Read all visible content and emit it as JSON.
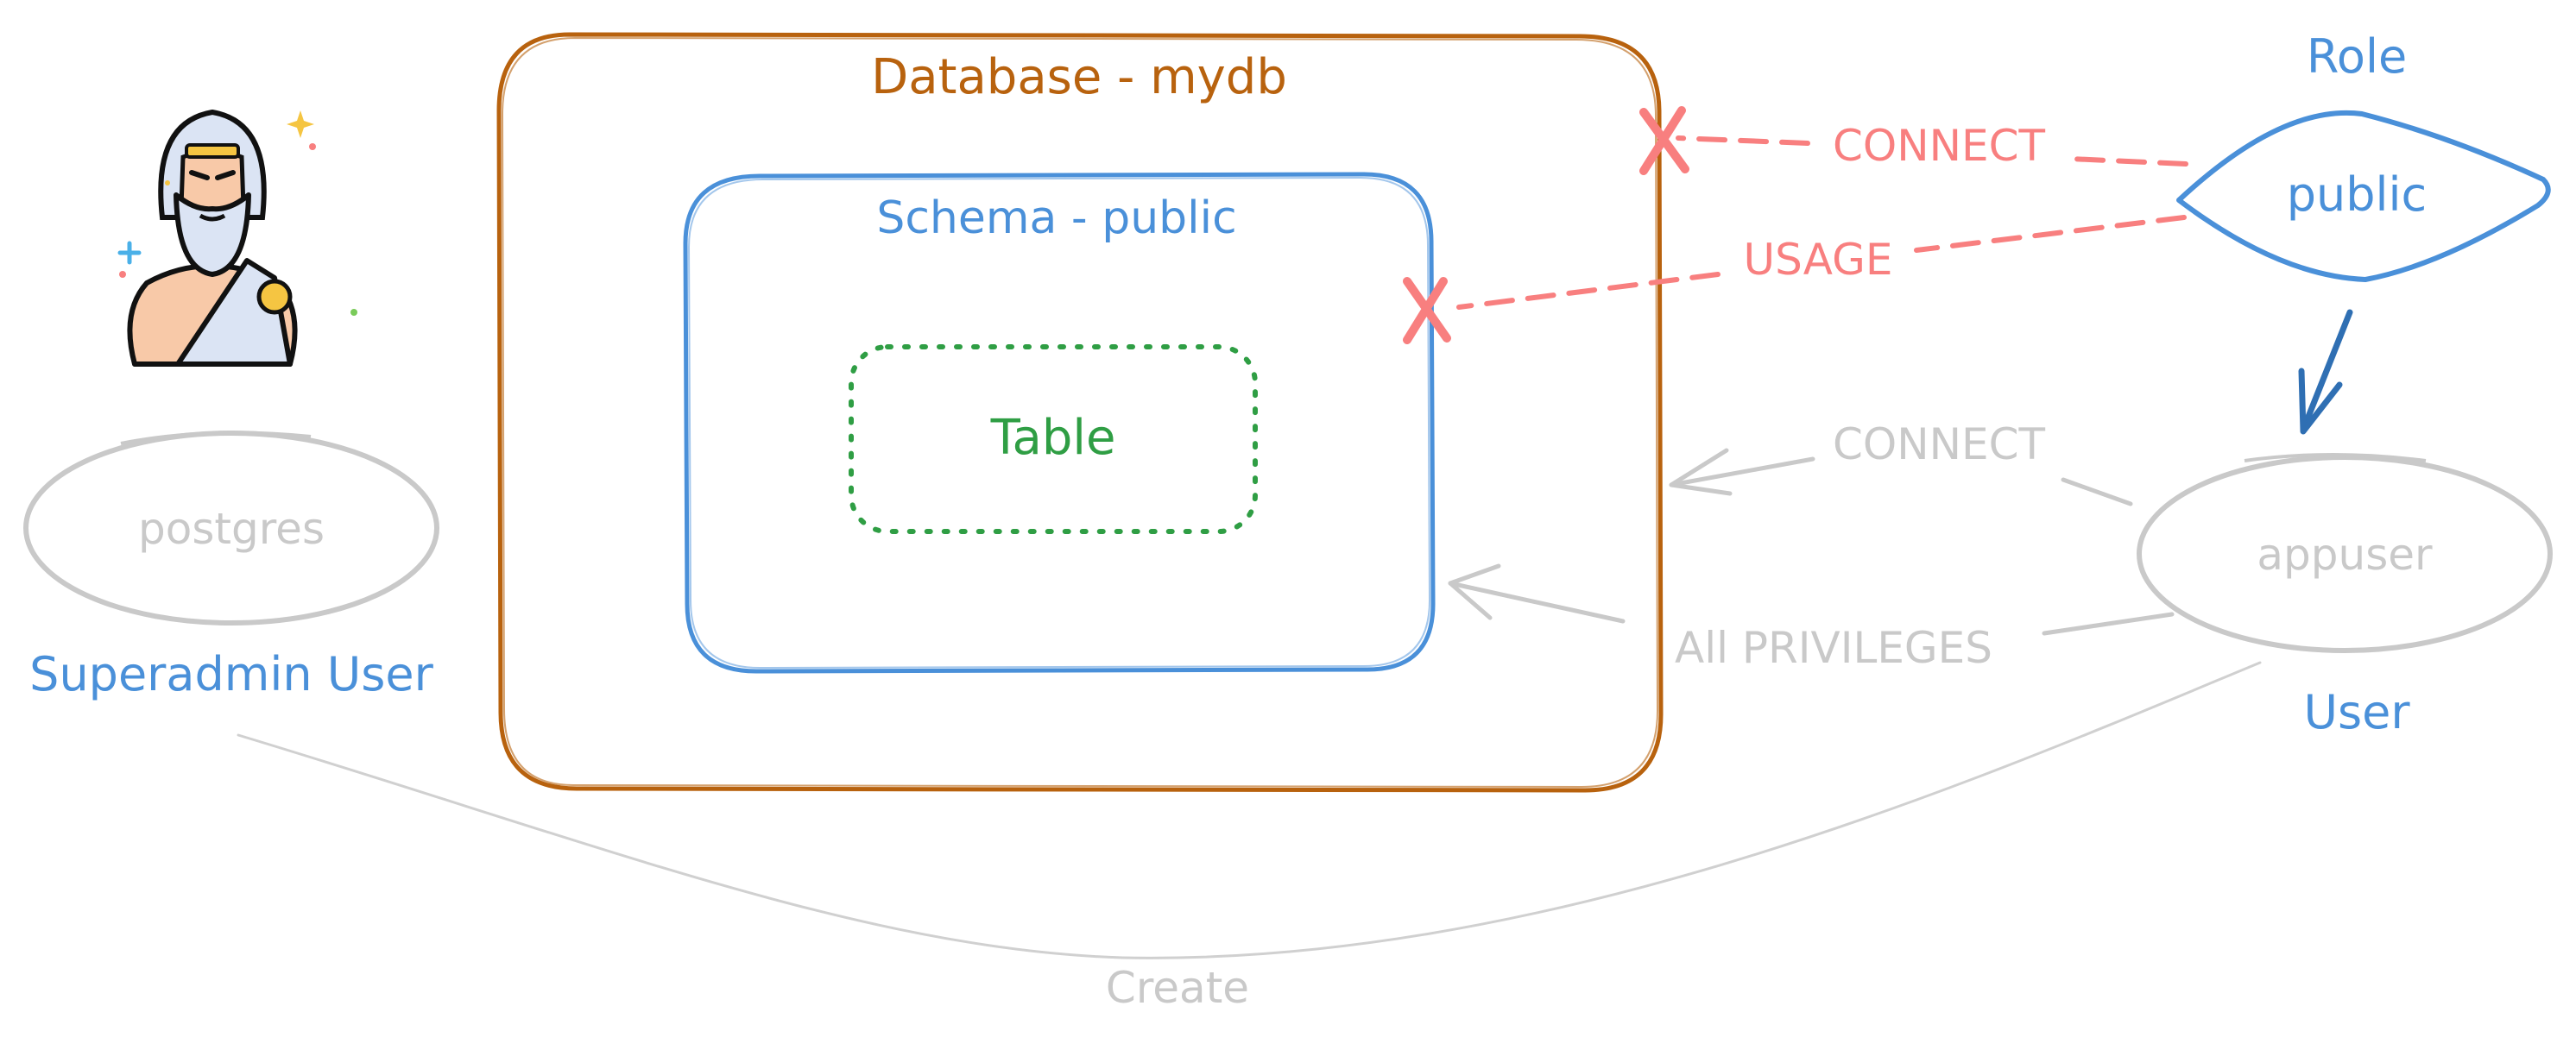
{
  "colors": {
    "database": "#b8620e",
    "schema": "#4a90d9",
    "table": "#2f9e44",
    "revoked": "#f87f7f",
    "muted": "#c9c9c9",
    "role": "#4a90d9",
    "arrow_dark": "#2f6fb3"
  },
  "database": {
    "label": "Database - mydb"
  },
  "schema": {
    "label": "Schema - public"
  },
  "table": {
    "label": "Table"
  },
  "role": {
    "title": "Role",
    "name": "public"
  },
  "superadmin": {
    "name": "postgres",
    "caption": "Superadmin User",
    "icon": "zeus-avatar-icon"
  },
  "appuser": {
    "name": "appuser",
    "caption": "User"
  },
  "edges": {
    "revoked_connect": "CONNECT",
    "revoked_usage": "USAGE",
    "grant_connect": "CONNECT",
    "grant_all": "All PRIVILEGES",
    "create": "Create"
  }
}
